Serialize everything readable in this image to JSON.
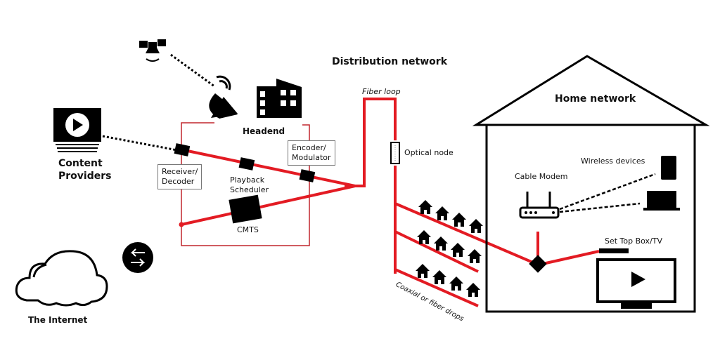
{
  "colors": {
    "line": "#e31b23",
    "ink": "#000000",
    "box_border": "#777777"
  },
  "labels": {
    "distribution_network": "Distribution network",
    "fiber_loop": "Fiber loop",
    "optical_node": "Optical node",
    "headend": "Headend",
    "content_providers_1": "Content",
    "content_providers_2": "Providers",
    "receiver_1": "Receiver/",
    "receiver_2": "Decoder",
    "encoder_1": "Encoder/",
    "encoder_2": "Modulator",
    "playback_1": "Playback",
    "playback_2": "Scheduler",
    "cmts": "CMTS",
    "the_internet": "The Internet",
    "home_network": "Home network",
    "cable_modem": "Cable Modem",
    "wireless_devices": "Wireless devices",
    "set_top_box": "Set Top Box/TV",
    "drops": "Coaxial or fiber drops"
  },
  "icons": [
    "satellite-icon",
    "satellite-dish-icon",
    "building-icon",
    "video-play-icon",
    "cloud-icon",
    "exchange-arrows-icon",
    "house-icon",
    "router-icon",
    "tablet-icon",
    "laptop-icon",
    "tv-icon",
    "optical-node-icon"
  ]
}
